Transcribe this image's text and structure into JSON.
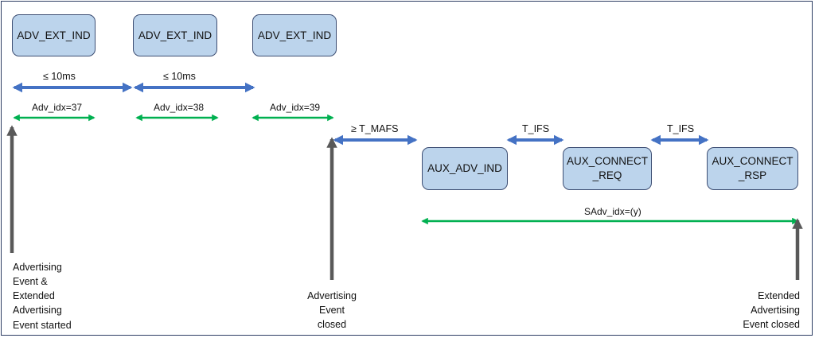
{
  "frames": {
    "adv1": "ADV_EXT_IND",
    "adv2": "ADV_EXT_IND",
    "adv3": "ADV_EXT_IND",
    "aux_adv": "AUX_ADV_IND",
    "aux_req": "AUX_CONNECT\n_REQ",
    "aux_rsp": "AUX_CONNECT\n_RSP"
  },
  "intervals": {
    "le10_a": "≤  10ms",
    "le10_b": "≤  10ms",
    "ge_mafs": "≥  T_MAFS",
    "tifs_a": "T_IFS",
    "tifs_b": "T_IFS"
  },
  "indices": {
    "idx37": "Adv_idx=37",
    "idx38": "Adv_idx=38",
    "idx39": "Adv_idx=39",
    "sadv": "SAdv_idx=(y)"
  },
  "events": {
    "start": "Advertising\nEvent &\nExtended\nAdvertising\nEvent started",
    "closed": "Advertising\nEvent\nclosed",
    "ext_closed": "Extended\nAdvertising\nEvent closed"
  },
  "colors": {
    "box_fill": "#bcd4ec",
    "blue_arrow": "#4472c4",
    "green_arrow": "#00b050",
    "marker_arrow": "#595959"
  }
}
